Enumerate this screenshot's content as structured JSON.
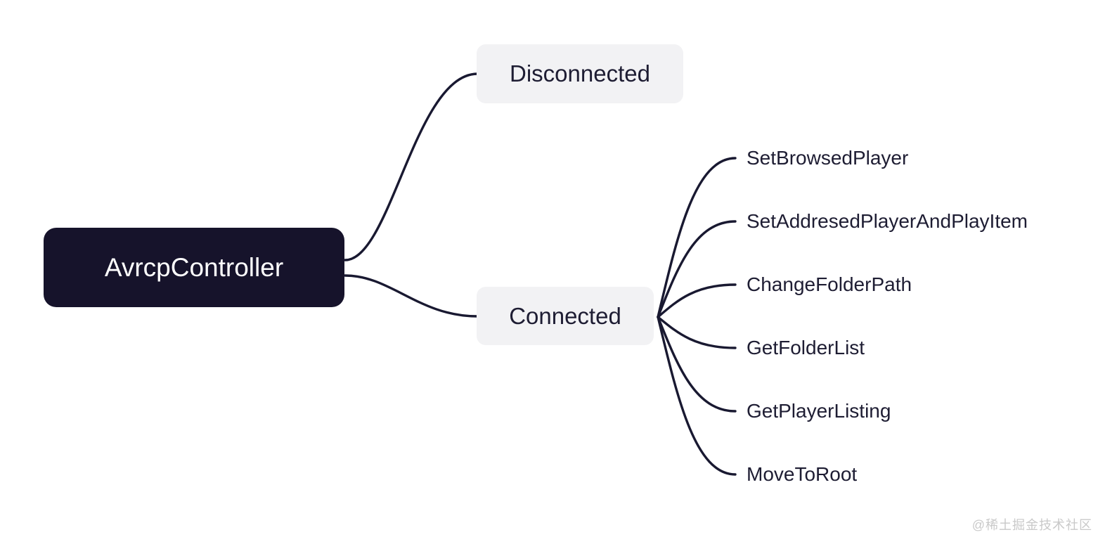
{
  "mindmap": {
    "root": {
      "label": "AvrcpController"
    },
    "children": [
      {
        "label": "Disconnected"
      },
      {
        "label": "Connected"
      }
    ],
    "connected_children": [
      {
        "label": "SetBrowsedPlayer"
      },
      {
        "label": "SetAddresedPlayerAndPlayItem"
      },
      {
        "label": "ChangeFolderPath"
      },
      {
        "label": "GetFolderList"
      },
      {
        "label": "GetPlayerListing"
      },
      {
        "label": "MoveToRoot"
      }
    ]
  },
  "watermark": {
    "text": "@稀土掘金技术社区"
  },
  "colors": {
    "background": "#ffffff",
    "root_node_bg": "#16132b",
    "root_node_text": "#ffffff",
    "child_node_bg": "#f2f2f4",
    "node_text": "#1e1d33",
    "edge": "#191931",
    "watermark_text": "#c9c9c9"
  }
}
